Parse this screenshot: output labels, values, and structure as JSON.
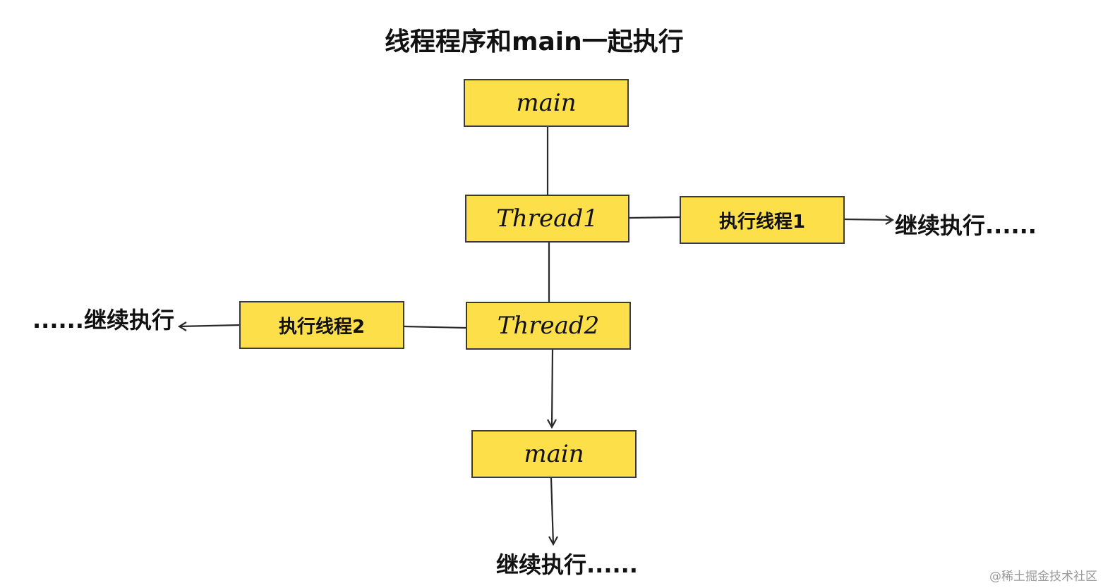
{
  "title": "线程程序和main一起执行",
  "nodes": {
    "main_top": "main",
    "thread1": "Thread1",
    "thread1_exec": "执行线程1",
    "thread2": "Thread2",
    "thread2_exec": "执行线程2",
    "main_bottom": "main"
  },
  "notes": {
    "right_continue": "继续执行......",
    "left_continue": "......继续执行",
    "bottom_continue": "继续执行......"
  },
  "watermark": "@稀土掘金技术社区",
  "colors": {
    "box_fill": "#FDE049",
    "box_border": "#3a3a3a",
    "line": "#2a2a2a"
  }
}
